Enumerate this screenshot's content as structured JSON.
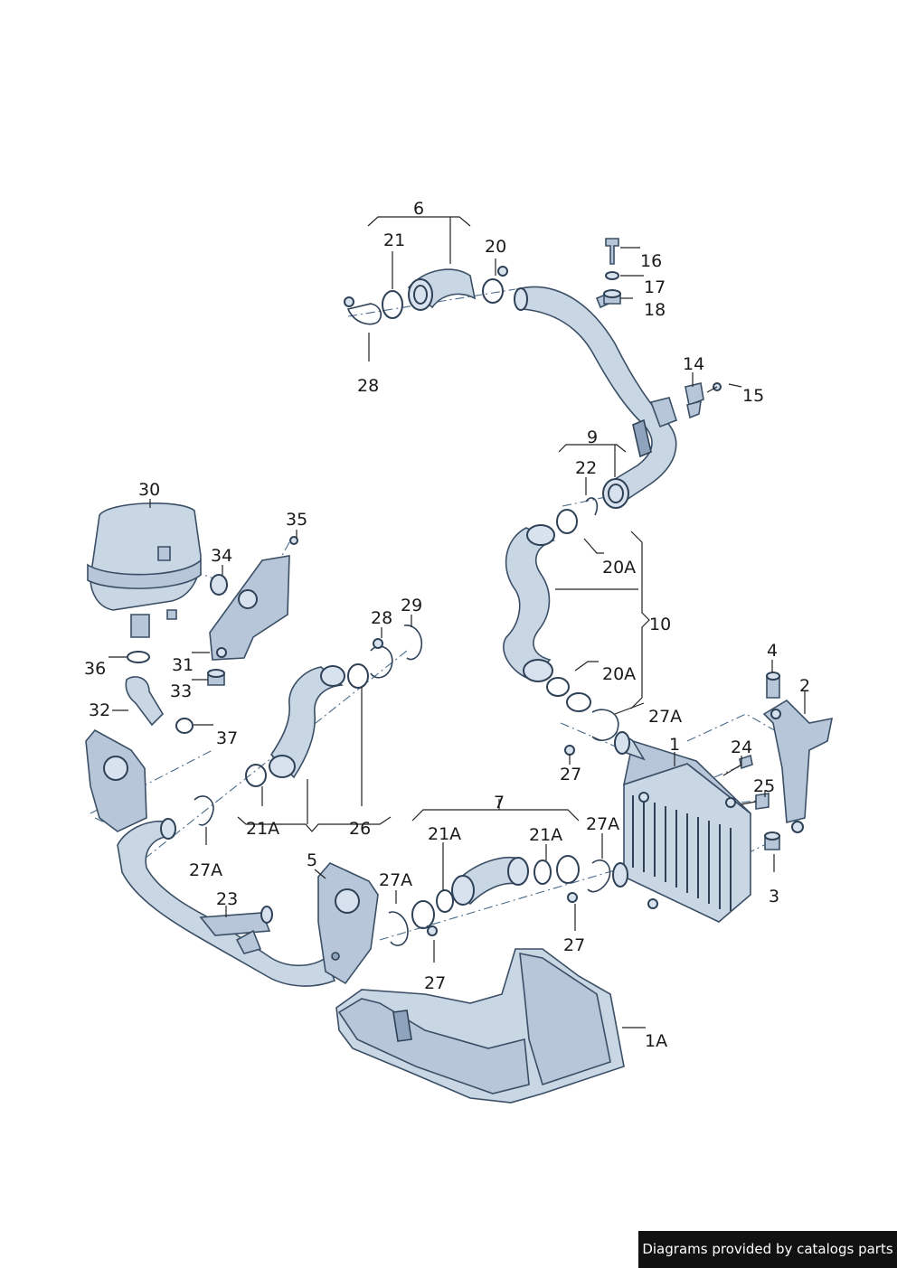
{
  "labels": {
    "l1": "1",
    "l1A": "1A",
    "l2": "2",
    "l3": "3",
    "l4": "4",
    "l5": "5",
    "l6": "6",
    "l7": "7",
    "l9": "9",
    "l10": "10",
    "l14": "14",
    "l15": "15",
    "l16": "16",
    "l17": "17",
    "l18": "18",
    "l20": "20",
    "l20A_a": "20A",
    "l20A_b": "20A",
    "l21": "21",
    "l21A_a": "21A",
    "l21A_b": "21A",
    "l21A_c": "21A",
    "l22": "22",
    "l23": "23",
    "l24": "24",
    "l25": "25",
    "l26": "26",
    "l27_a": "27",
    "l27_b": "27",
    "l27_c": "27",
    "l27A_a": "27A",
    "l27A_b": "27A",
    "l27A_c": "27A",
    "l27A_d": "27A",
    "l28_a": "28",
    "l28_b": "28",
    "l29": "29",
    "l30": "30",
    "l31": "31",
    "l32": "32",
    "l33": "33",
    "l34": "34",
    "l35": "35",
    "l36": "36",
    "l37": "37"
  },
  "credit": "Diagrams provided by catalogs parts",
  "colors": {
    "part_fill": "#c9d6e4",
    "part_stroke": "#3a4f66",
    "credit_bg": "#111111"
  }
}
